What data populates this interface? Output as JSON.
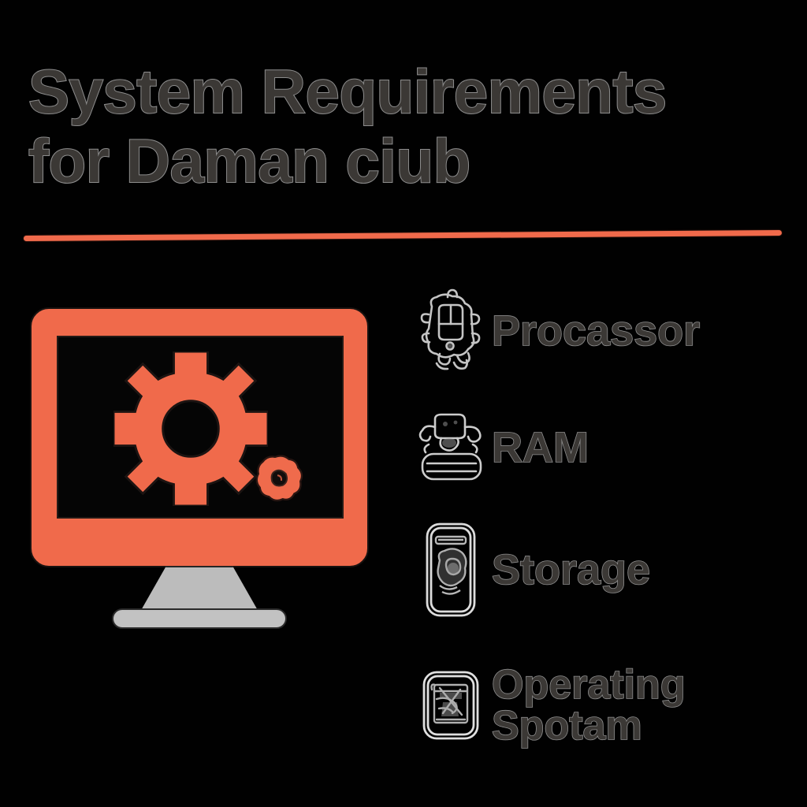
{
  "colors": {
    "background": "#010101",
    "accent": "#F06A4B",
    "text_fill": "#3B3835",
    "text_outline": "#8D8D8D",
    "stand_gray": "#BCBCBC",
    "icon_stroke": "#C9C9C9"
  },
  "header": {
    "title_line_1": "System Requirements",
    "title_line_2": "for Daman ciub",
    "divider": "horizontal-accent-rule"
  },
  "illustration": {
    "name": "monitor-with-gears",
    "screen_icons": [
      "large-gear-icon",
      "small-gear-icon"
    ],
    "parts": [
      "monitor-bezel",
      "monitor-screen",
      "monitor-neck",
      "monitor-base"
    ]
  },
  "spec_list": {
    "items": [
      {
        "icon": "cpu-chip-icon",
        "label": "Procassor"
      },
      {
        "icon": "ram-stick-icon",
        "label": "RAM"
      },
      {
        "icon": "hard-drive-icon",
        "label": "Storage"
      },
      {
        "icon": "operating-system-icon",
        "label": "Operating\nSpotam"
      }
    ]
  }
}
